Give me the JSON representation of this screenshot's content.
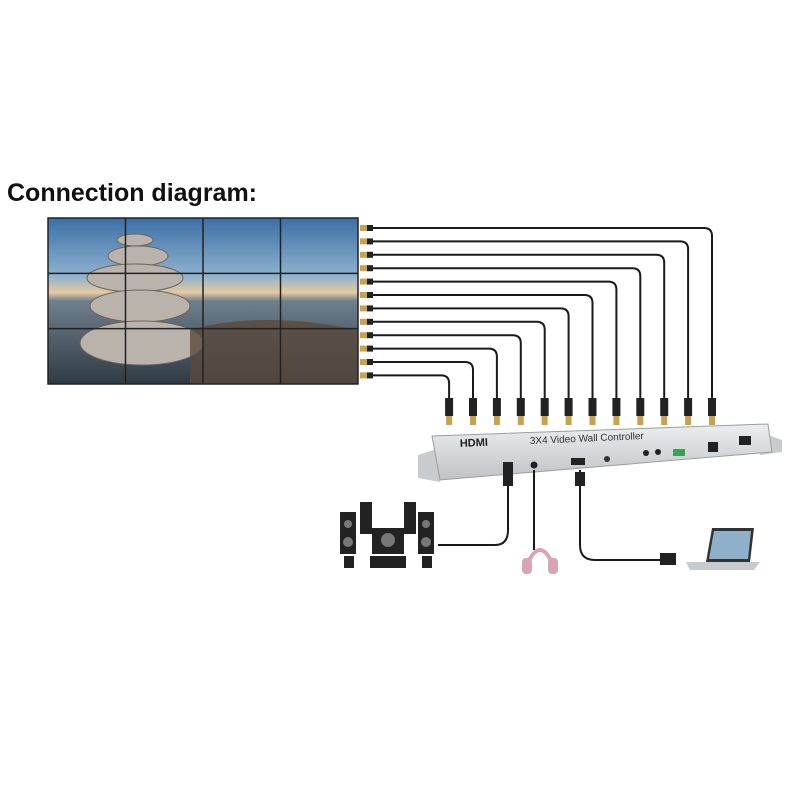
{
  "title": "Connection diagram:",
  "device": {
    "logo": "HDMI",
    "label": "3X4 Video Wall Controller"
  },
  "video_wall": {
    "rows": 3,
    "columns": 4
  },
  "outputs": 12,
  "colors": {
    "cable": "#1a1a1a",
    "connector_gold": "#c9a24a",
    "device_body": "#d6d8da"
  }
}
